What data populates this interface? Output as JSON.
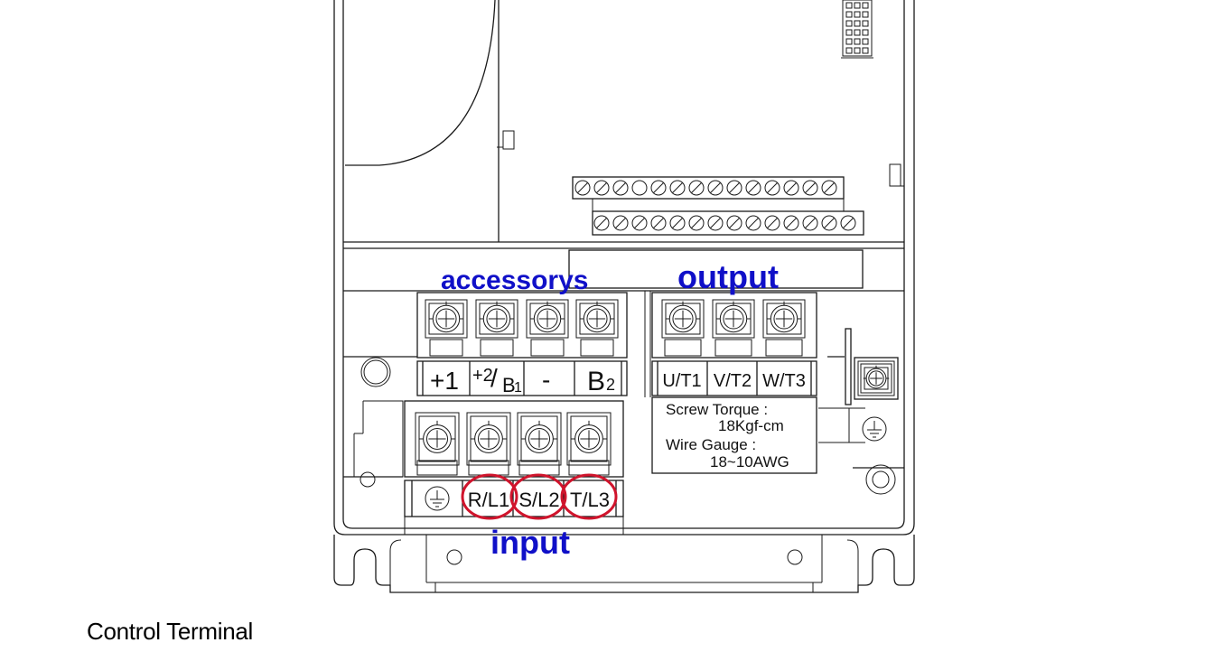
{
  "caption": "Control Terminal",
  "annotations": {
    "accessories": "accessorys",
    "output": "output",
    "input": "input"
  },
  "accessory_terminals": {
    "t1": "+1",
    "t2_sup": "+2",
    "t2_slash": "/",
    "t2_main": "B",
    "t2_sub": "1",
    "t3": "-",
    "t4_main": "B",
    "t4_sub": "2"
  },
  "output_terminals": [
    "U/T1",
    "V/T2",
    "W/T3"
  ],
  "input_terminals": [
    "R/L1",
    "S/L2",
    "T/L3"
  ],
  "spec": {
    "torque_label": "Screw Torque :",
    "torque_value": "18Kgf-cm",
    "gauge_label": "Wire Gauge :",
    "gauge_value": "18~10AWG"
  },
  "colors": {
    "annotation": "#1010c8",
    "highlight_circle": "#d0142c"
  },
  "icons": [
    "ground-symbol-icon",
    "terminal-screw-icon"
  ]
}
